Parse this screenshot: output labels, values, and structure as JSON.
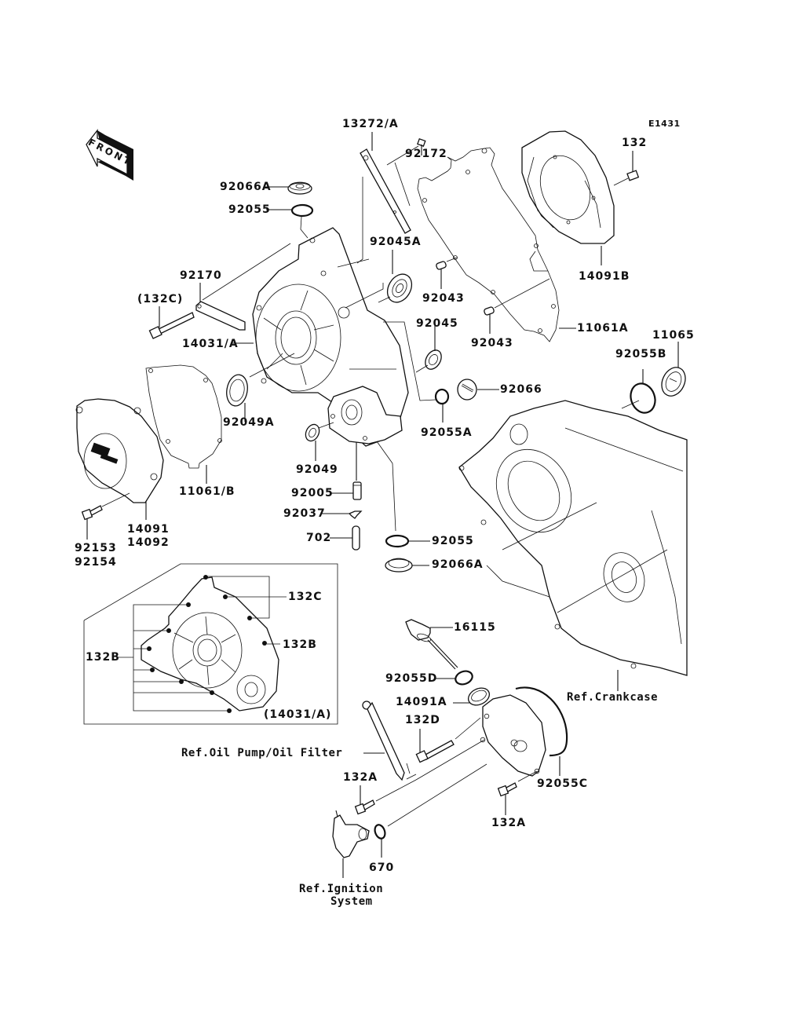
{
  "diagram": {
    "code": "E1431",
    "direction_badge": "FRONT",
    "parts": [
      {
        "id": "13272-a",
        "label": "13272/A"
      },
      {
        "id": "92172",
        "label": "92172"
      },
      {
        "id": "132",
        "label": "132"
      },
      {
        "id": "92066a-top",
        "label": "92066A"
      },
      {
        "id": "92055-top",
        "label": "92055"
      },
      {
        "id": "92045a",
        "label": "92045A"
      },
      {
        "id": "14091b",
        "label": "14091B"
      },
      {
        "id": "92043-a",
        "label": "92043"
      },
      {
        "id": "92170",
        "label": "92170"
      },
      {
        "id": "132c-paren",
        "label": "(132C)"
      },
      {
        "id": "14031-a",
        "label": "14031/A"
      },
      {
        "id": "92043-b",
        "label": "92043"
      },
      {
        "id": "11061a",
        "label": "11061A"
      },
      {
        "id": "92045",
        "label": "92045"
      },
      {
        "id": "11065",
        "label": "11065"
      },
      {
        "id": "92055b",
        "label": "92055B"
      },
      {
        "id": "92066",
        "label": "92066"
      },
      {
        "id": "92049a",
        "label": "92049A"
      },
      {
        "id": "92055a",
        "label": "92055A"
      },
      {
        "id": "92049",
        "label": "92049"
      },
      {
        "id": "11061-b",
        "label": "11061/B"
      },
      {
        "id": "92005",
        "label": "92005"
      },
      {
        "id": "92037",
        "label": "92037"
      },
      {
        "id": "14091",
        "label": "14091"
      },
      {
        "id": "14092",
        "label": "14092"
      },
      {
        "id": "702",
        "label": "702"
      },
      {
        "id": "92055-bottom",
        "label": "92055"
      },
      {
        "id": "92153",
        "label": "92153"
      },
      {
        "id": "92154",
        "label": "92154"
      },
      {
        "id": "92066a-bottom",
        "label": "92066A"
      },
      {
        "id": "132c",
        "label": "132C"
      },
      {
        "id": "132b-right",
        "label": "132B"
      },
      {
        "id": "132b-left",
        "label": "132B"
      },
      {
        "id": "14031-a-paren",
        "label": "(14031/A)"
      },
      {
        "id": "16115",
        "label": "16115"
      },
      {
        "id": "92055d",
        "label": "92055D"
      },
      {
        "id": "14091a",
        "label": "14091A"
      },
      {
        "id": "132d",
        "label": "132D"
      },
      {
        "id": "132a-left",
        "label": "132A"
      },
      {
        "id": "132a-right",
        "label": "132A"
      },
      {
        "id": "92055c",
        "label": "92055C"
      },
      {
        "id": "670",
        "label": "670"
      }
    ],
    "references": {
      "crankcase": "Ref.Crankcase",
      "oil_pump": "Ref.Oil Pump/Oil Filter",
      "ignition_line1": "Ref.Ignition",
      "ignition_line2": "System"
    }
  }
}
